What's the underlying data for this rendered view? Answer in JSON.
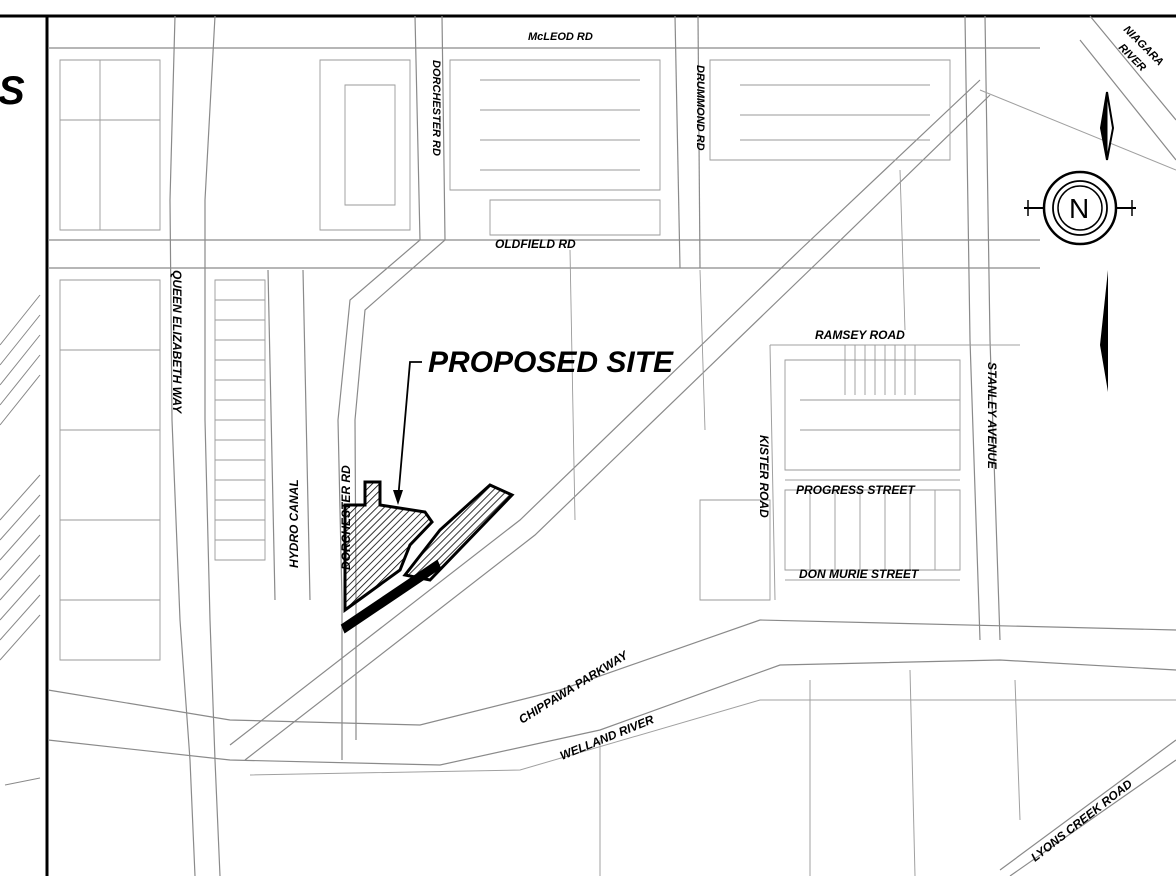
{
  "map": {
    "site_label": "PROPOSED SITE",
    "corner_label": "S",
    "compass_letter": "N",
    "colors": {
      "road_line": "#8a8a8a",
      "outline": "#000000",
      "background": "#ffffff"
    },
    "roads": {
      "mcleod": "McLEOD RD",
      "dorchester_north": "DORCHESTER RD",
      "drummond": "DRUMMOND RD",
      "oldfield": "OLDFIELD RD",
      "qew": "QUEEN ELIZABETH WAY",
      "hydro_canal": "HYDRO CANAL",
      "dorchester_south": "DORCHESTER RD",
      "ramsey": "RAMSEY ROAD",
      "stanley": "STANLEY AVENUE",
      "kister": "KISTER ROAD",
      "progress": "PROGRESS STREET",
      "don_murie": "DON MURIE STREET",
      "chippawa": "CHIPPAWA PARKWAY",
      "welland": "WELLAND RIVER",
      "lyons": "LYONS CREEK ROAD"
    },
    "niagara_river": [
      "NIAGARA",
      "RIVER"
    ]
  }
}
